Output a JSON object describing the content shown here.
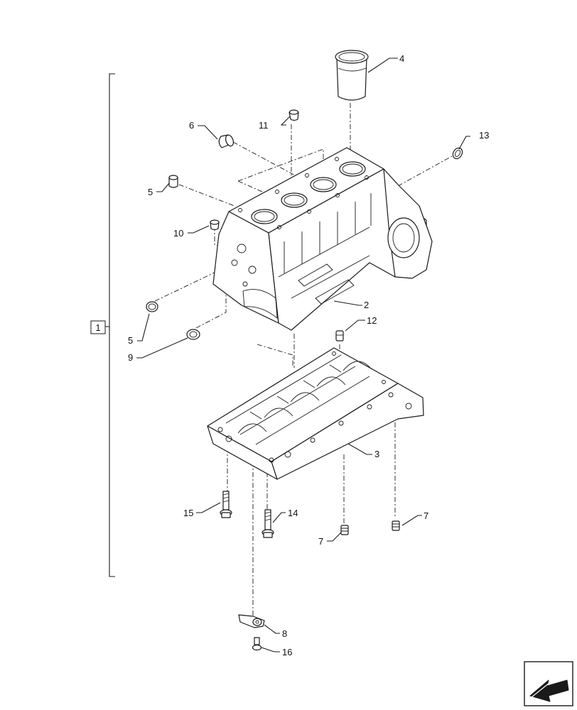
{
  "group_label": "1",
  "callouts": [
    {
      "id": "c4",
      "text": "4"
    },
    {
      "id": "c11",
      "text": "11"
    },
    {
      "id": "c6",
      "text": "6"
    },
    {
      "id": "c13",
      "text": "13"
    },
    {
      "id": "c5a",
      "text": "5"
    },
    {
      "id": "c10",
      "text": "10"
    },
    {
      "id": "c2",
      "text": "2"
    },
    {
      "id": "c5b",
      "text": "5"
    },
    {
      "id": "c9",
      "text": "9"
    },
    {
      "id": "c12",
      "text": "12"
    },
    {
      "id": "c3",
      "text": "3"
    },
    {
      "id": "c15",
      "text": "15"
    },
    {
      "id": "c14",
      "text": "14"
    },
    {
      "id": "c7a",
      "text": "7"
    },
    {
      "id": "c7b",
      "text": "7"
    },
    {
      "id": "c8",
      "text": "8"
    },
    {
      "id": "c16",
      "text": "16"
    }
  ],
  "icons": {
    "nav": "next-page-arrow-icon"
  }
}
